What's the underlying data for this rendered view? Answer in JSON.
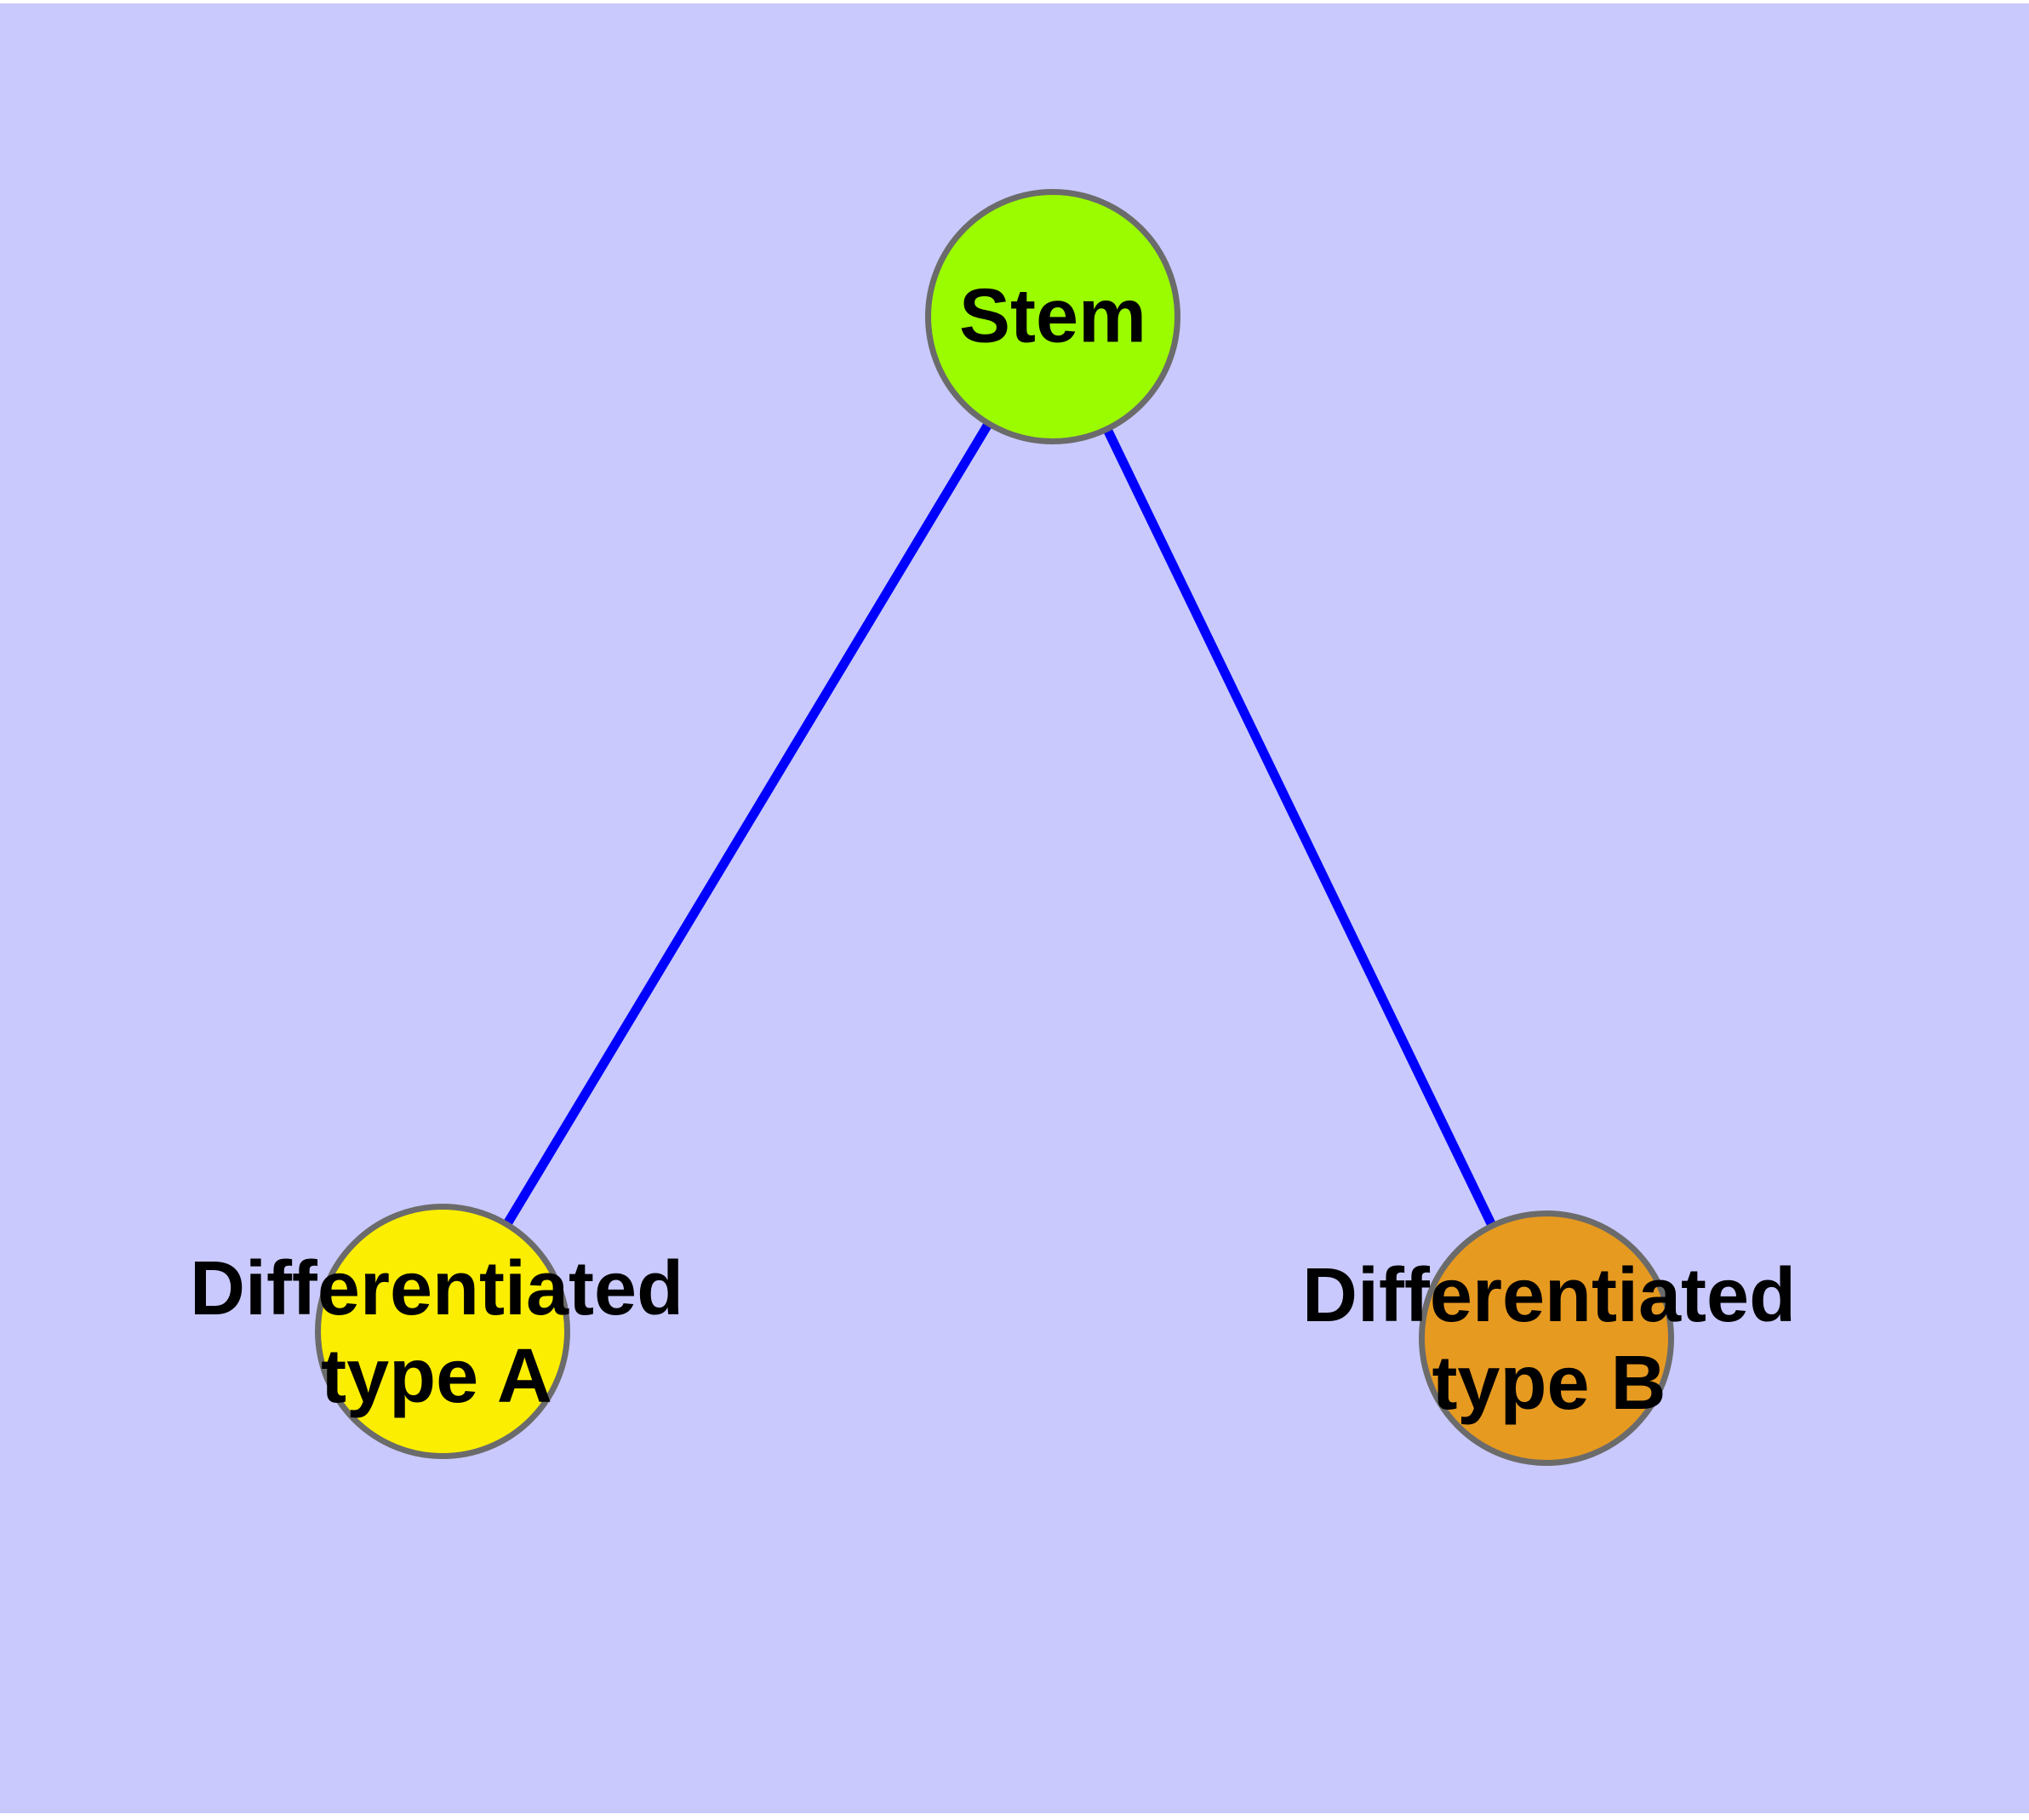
{
  "diagram": {
    "background_color": "#c9c9fd",
    "edge_color": "#0000ff",
    "node_border_color": "#6b6b6b",
    "label_color": "#000000",
    "nodes": [
      {
        "id": "stem",
        "label": "Stem",
        "label_lines": [
          "Stem"
        ],
        "fill": "#9bfc00"
      },
      {
        "id": "diff-a",
        "label": "Differentiated type A",
        "label_lines": [
          "Differentiated",
          "type A"
        ],
        "fill": "#fbee00"
      },
      {
        "id": "diff-b",
        "label": "Differentiated type B",
        "label_lines": [
          "Differentiated",
          "type B"
        ],
        "fill": "#e79a20"
      }
    ],
    "edges": [
      {
        "from": "stem",
        "to": "diff-a"
      },
      {
        "from": "stem",
        "to": "diff-b"
      }
    ]
  }
}
